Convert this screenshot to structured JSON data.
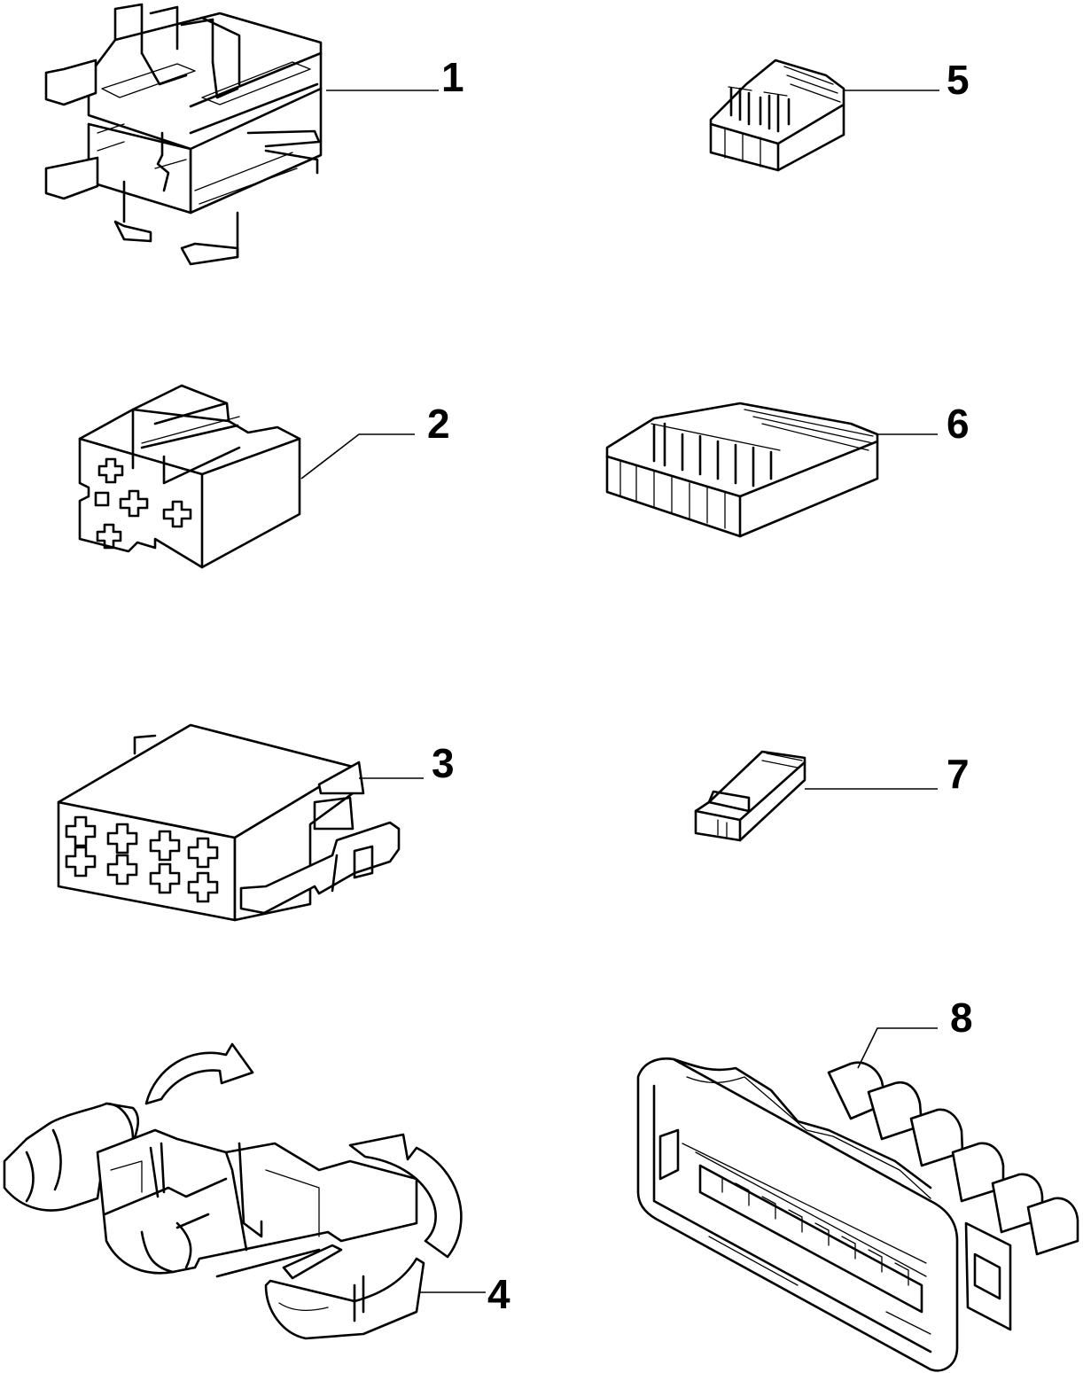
{
  "diagram": {
    "parts": [
      {
        "id": "part-1",
        "label": "1"
      },
      {
        "id": "part-2",
        "label": "2"
      },
      {
        "id": "part-3",
        "label": "3"
      },
      {
        "id": "part-4",
        "label": "4"
      },
      {
        "id": "part-5",
        "label": "5"
      },
      {
        "id": "part-6",
        "label": "6"
      },
      {
        "id": "part-7",
        "label": "7"
      },
      {
        "id": "part-8",
        "label": "8"
      }
    ]
  },
  "colors": {
    "line": "#000000",
    "background": "#ffffff"
  }
}
